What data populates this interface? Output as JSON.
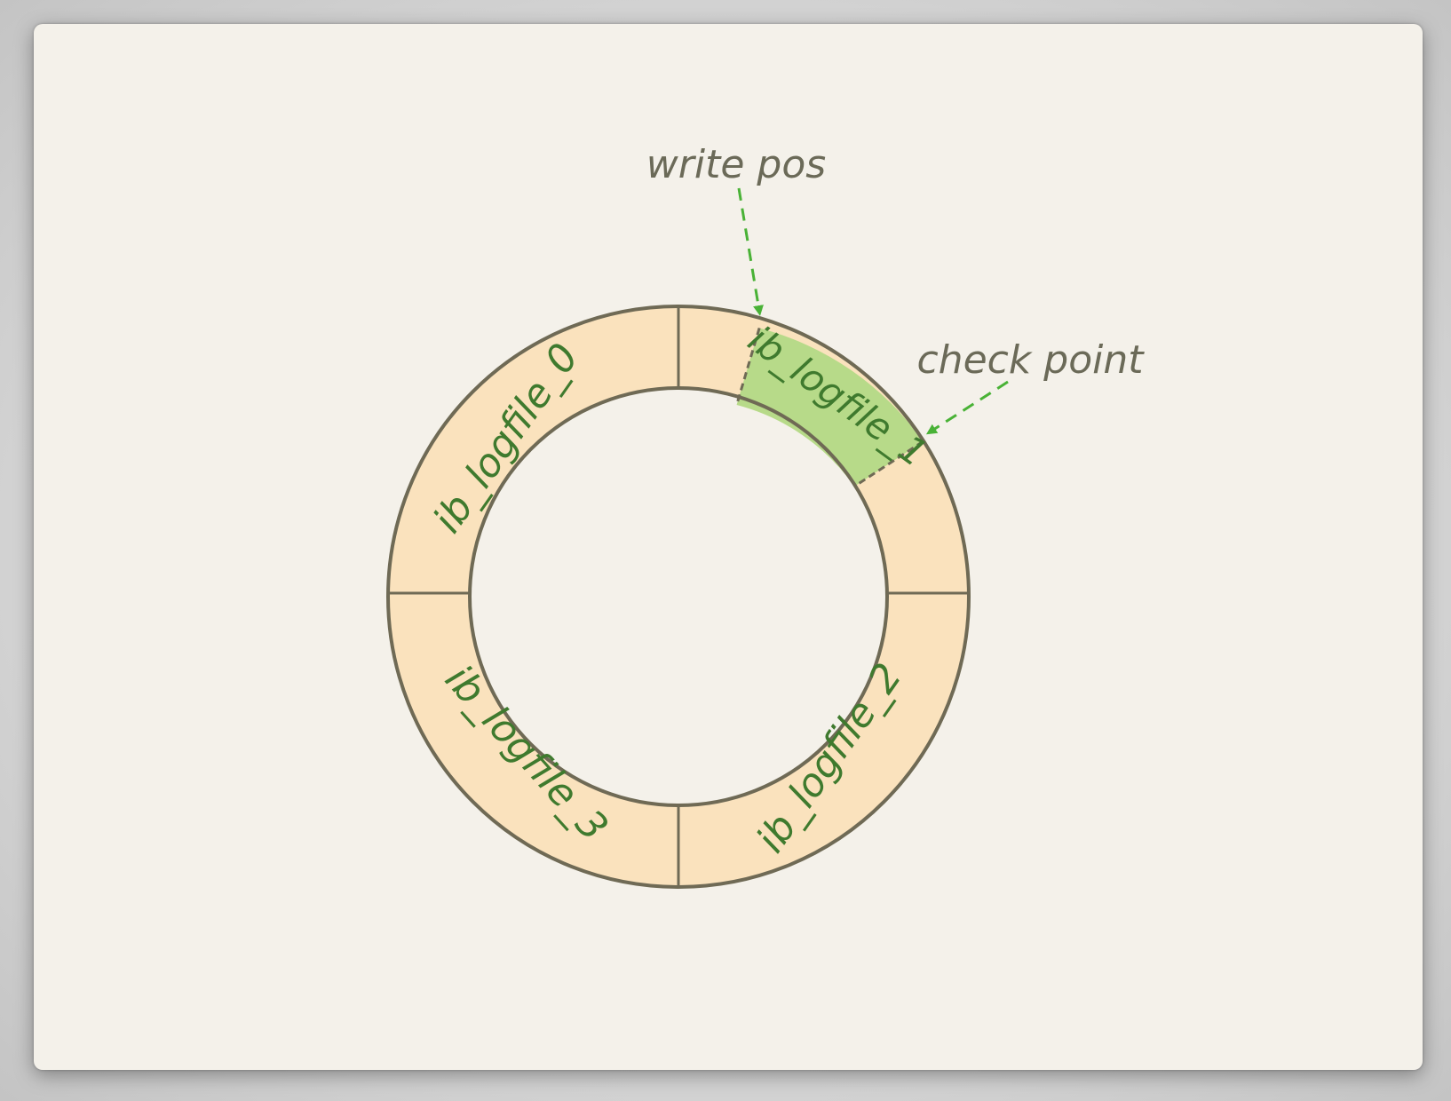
{
  "annotations": {
    "write_pos": "write pos",
    "check_point": "check point"
  },
  "segments": [
    {
      "label": "ib_logfile_0"
    },
    {
      "label": "ib_logfile_1"
    },
    {
      "label": "ib_logfile_2"
    },
    {
      "label": "ib_logfile_3"
    }
  ],
  "colors": {
    "ring_fill": "#fae2bd",
    "active_fill": "#b7da89",
    "outline": "#6f6a55",
    "label_text": "#3f7a2e",
    "annotation_text": "#6b6a58",
    "arrow": "#49b236",
    "card_bg": "#f4f1ea"
  }
}
